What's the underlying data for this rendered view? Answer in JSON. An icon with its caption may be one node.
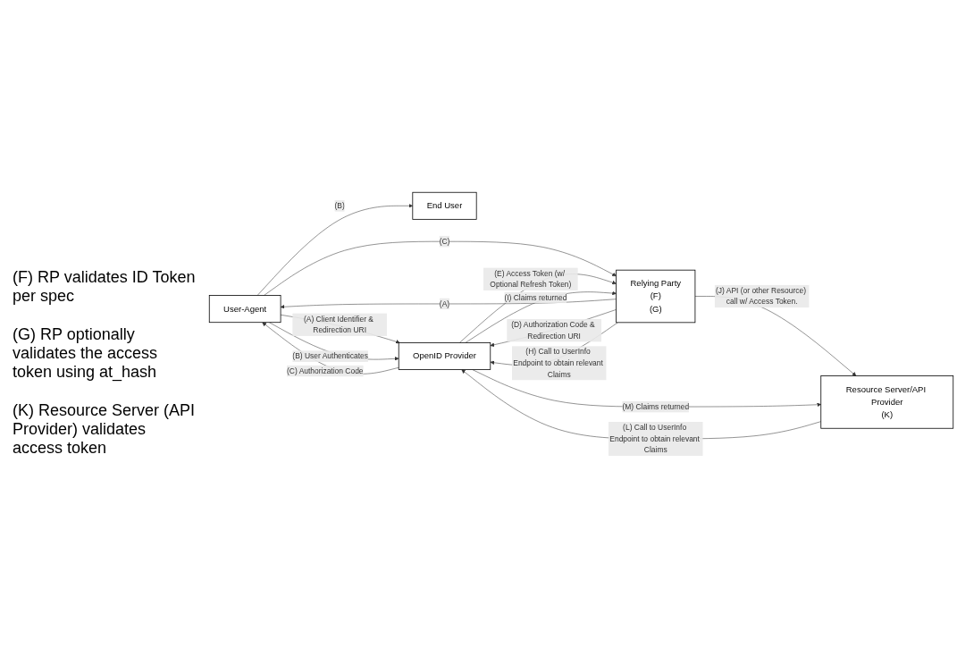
{
  "diagram": {
    "nodes": [
      {
        "text": [
          "End User"
        ]
      },
      {
        "text": [
          "User-Agent"
        ]
      },
      {
        "text": [
          "OpenID Provider"
        ]
      },
      {
        "text": [
          "Relying Party",
          "(F)",
          "(G)"
        ]
      },
      {
        "text": [
          "Resource Server/API Provider",
          "(K)"
        ]
      }
    ],
    "edges": [
      {
        "from": 1,
        "to": 0,
        "arrow": "to",
        "label": "(B)"
      },
      {
        "from": 1,
        "to": 2,
        "arrow": "to",
        "label": "(A) Client Identifier & Redirection URI"
      },
      {
        "from": 1,
        "to": 2,
        "arrow": "to",
        "label": "(B) User Authenticates"
      },
      {
        "from": 2,
        "to": 1,
        "arrow": "to",
        "label": "(C) Authorization Code"
      },
      {
        "from": 3,
        "to": 1,
        "arrow": "to",
        "label": "(A)"
      },
      {
        "from": 1,
        "to": 3,
        "arrow": "to",
        "label": "(C)"
      },
      {
        "from": 3,
        "to": 2,
        "arrow": "to",
        "label": "(D) Authorization Code & Redirection URI"
      },
      {
        "from": 2,
        "to": 3,
        "arrow": "to",
        "label": "(E) Access Token (w/ Optional Refresh Token)"
      },
      {
        "from": 3,
        "to": 2,
        "arrow": "to",
        "label": "(H) Call to UserInfo Endpoint to obtain relevant Claims"
      },
      {
        "from": 2,
        "to": 3,
        "arrow": "to",
        "label": "(I) Claims returned"
      },
      {
        "from": 3,
        "to": 4,
        "arrow": "to",
        "label": "(J) API (or other Resource) call w/ Access Token."
      },
      {
        "from": 4,
        "to": 2,
        "arrow": "to",
        "label": "(L) Call to UserInfo Endpoint to obtain relevant Claims"
      },
      {
        "from": 2,
        "to": 4,
        "arrow": "to",
        "label": "(M) Claims returned"
      }
    ],
    "labels": [
      "(F) RP validates ID Token per spec",
      "(G) RP optionally validates the access token using at_hash",
      "(K) Resource Server (API Provider) validates access token"
    ]
  }
}
